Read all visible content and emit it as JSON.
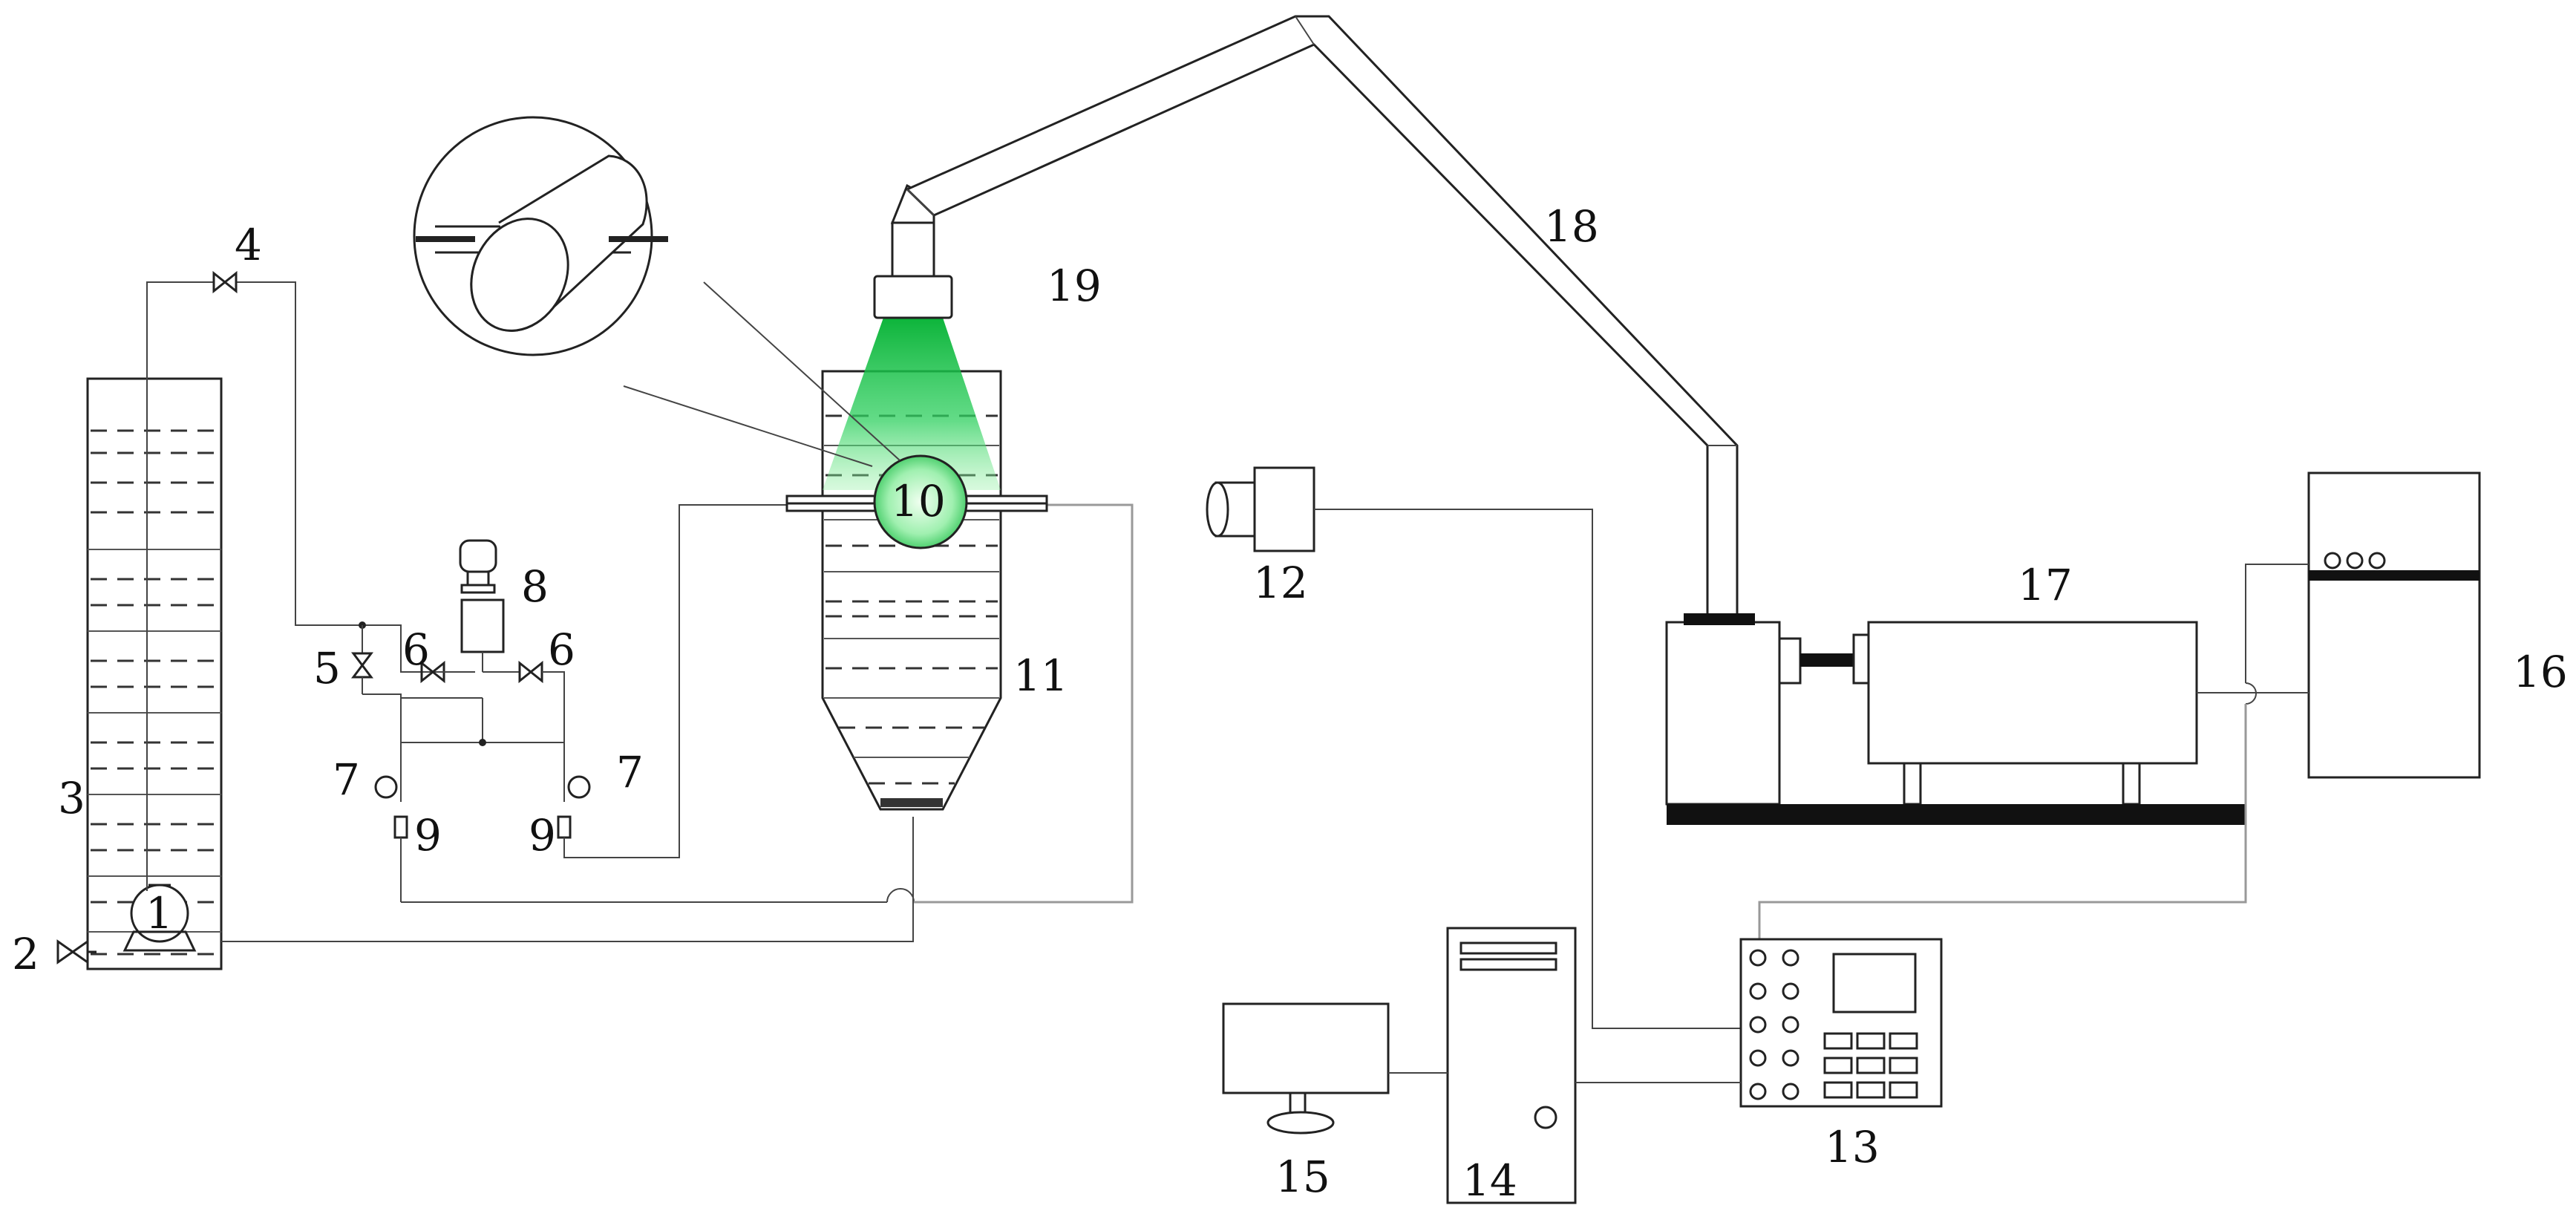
{
  "labels": {
    "l1": "1",
    "l2": "2",
    "l3": "3",
    "l4": "4",
    "l5": "5",
    "l6a": "6",
    "l6b": "6",
    "l7a": "7",
    "l7b": "7",
    "l8": "8",
    "l9a": "9",
    "l9b": "9",
    "l10": "10",
    "l11": "11",
    "l12": "12",
    "l13": "13",
    "l14": "14",
    "l15": "15",
    "l16": "16",
    "l17": "17",
    "l18": "18",
    "l19": "19"
  },
  "colors": {
    "laser_green": "#00c040",
    "line": "#222222",
    "pipe_gray": "#999999"
  }
}
